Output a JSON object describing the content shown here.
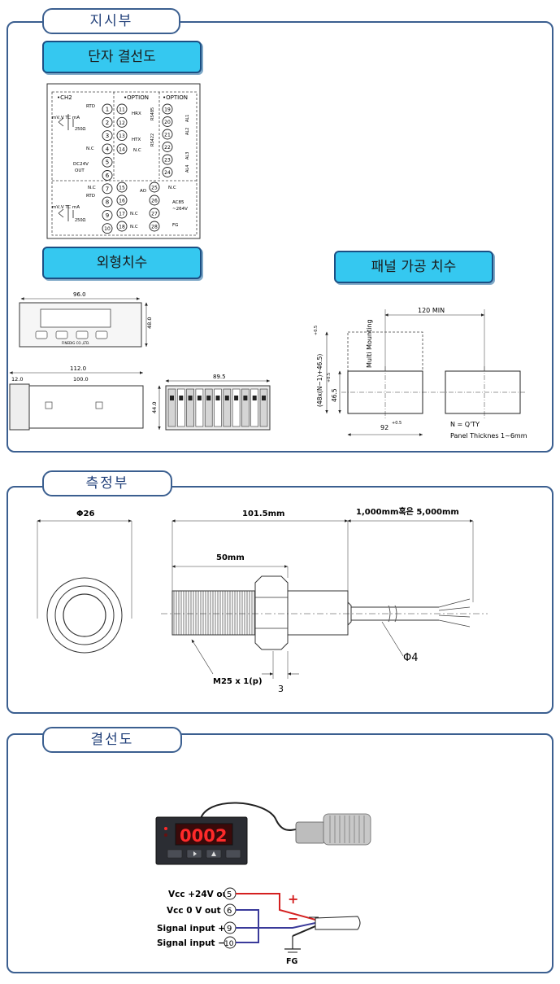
{
  "sections": {
    "display": {
      "title": "지시부"
    },
    "sensor": {
      "title": "측정부"
    },
    "wiring": {
      "title": "결선도"
    }
  },
  "buttons": {
    "terminal": "단자 결선도",
    "dimensions": "외형치수",
    "panel_cut": "패널 가공 치수"
  },
  "terminal": {
    "ch2": "•CH2",
    "option1": "•OPTION",
    "option2": "•OPTION",
    "rtd": "RTD",
    "mv": "mV,V TC mA",
    "rtd2": "RTD",
    "mv2": "mV,V TC mA",
    "ohm": "250Ω",
    "ohm2": "250Ω",
    "nc1": "N.C",
    "nc2": "N.C",
    "nc3": "N.C",
    "nc4": "N.C",
    "nc5": "N.C",
    "dc24": "DC24V",
    "out": "OUT",
    "hrx": "HRX",
    "htx": "HTX",
    "rs485": "RS485",
    "rs422": "RS422",
    "ao": "AO",
    "ac85": "AC85",
    "ac264": "~264V",
    "fg": "FG",
    "al1": "AL1",
    "al2": "AL2",
    "al3": "AL3",
    "al4": "AL4",
    "left_nums": [
      "1",
      "2",
      "3",
      "4",
      "5",
      "6",
      "7",
      "8",
      "9",
      "10"
    ],
    "mid_nums": [
      "11",
      "12",
      "13",
      "14",
      "15",
      "16",
      "17",
      "18"
    ],
    "right_nums": [
      "19",
      "20",
      "21",
      "22",
      "23",
      "24"
    ],
    "low_nums": [
      "25",
      "26",
      "27",
      "28"
    ]
  },
  "dimensions": {
    "w96": "96.0",
    "h48": "48.0",
    "d112": "112.0",
    "d12": "12.0",
    "d100": "100.0",
    "w89": "89.5",
    "h44": "44.0",
    "brand": "FINEDIG CO.,LTD."
  },
  "panel_cut": {
    "min120": "120 MIN",
    "multi": "Multi Mounting",
    "formula": "(48x(N−1)+46.5)",
    "formula_tol": "+0.5",
    "h465": "46.5",
    "h465_tol": "+0.5",
    "w92": "92",
    "w92_tol": "+0.5",
    "n_qty": "N = Q'TY",
    "thickness": "Panel Thicknes 1~6mm"
  },
  "sensor": {
    "dia26": "Φ26",
    "len1015": "101.5mm",
    "cable": "1,000mm혹은 5,000mm",
    "len50": "50mm",
    "dia4": "Φ4",
    "thread": "M25 x 1(p)",
    "nut3": "3"
  },
  "wiring": {
    "display_value": "0002",
    "vcc24": "Vcc +24V out",
    "vcc0": "Vcc 0 V out",
    "sig_plus": "Signal input +",
    "sig_minus": "Signal input −",
    "t5": "5",
    "t6": "6",
    "t9": "9",
    "t10": "10",
    "plus": "+",
    "minus": "−",
    "fg": "FG"
  },
  "colors": {
    "frame": "#3b5f90",
    "button": "#35c8f0",
    "wire_red": "#d42020",
    "wire_blue": "#3a3a9a",
    "led": "#ff2a2a"
  }
}
